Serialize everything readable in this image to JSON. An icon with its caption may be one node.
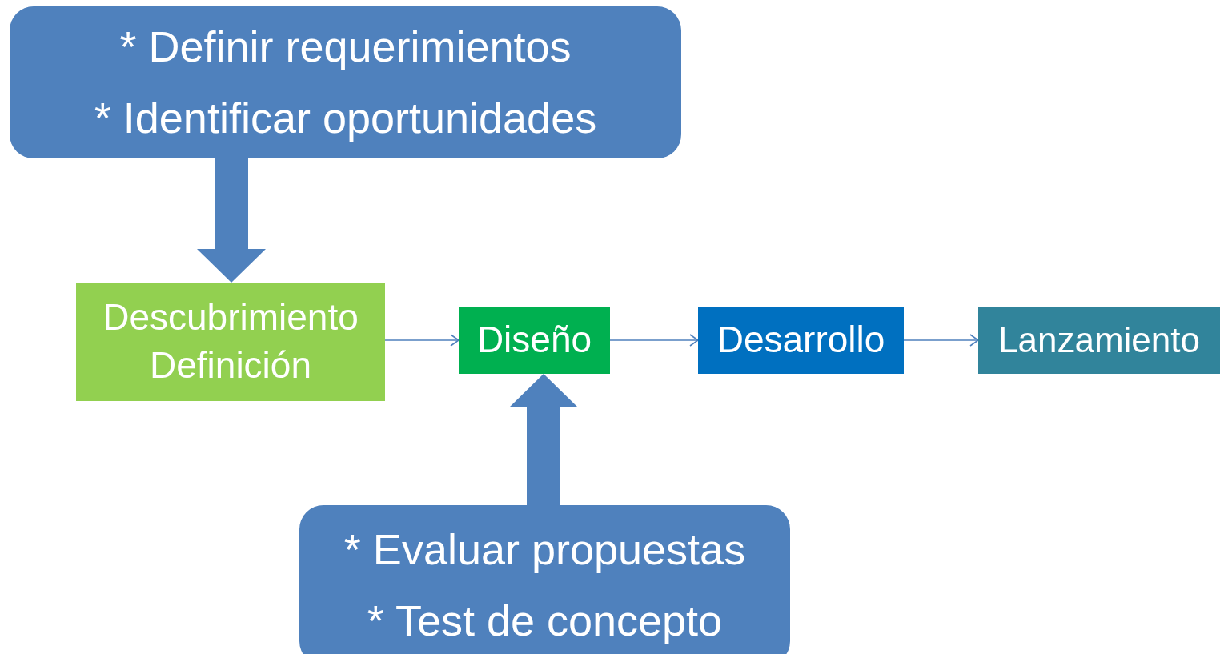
{
  "diagram": {
    "nodes": [
      {
        "text": [
          "* Definir requerimientos",
          "* Identificar oportunidades"
        ]
      },
      {
        "text": [
          "Descubrimiento",
          "Definición"
        ]
      },
      {
        "text": [
          "Diseño"
        ]
      },
      {
        "text": [
          "Desarrollo"
        ]
      },
      {
        "text": [
          "Lanzamiento"
        ]
      },
      {
        "text": [
          "* Evaluar propuestas",
          "* Test de concepto"
        ]
      }
    ],
    "edges": [
      {
        "from": 0,
        "to": 1,
        "arrow": "to",
        "style": "thick"
      },
      {
        "from": 1,
        "to": 2,
        "arrow": "to"
      },
      {
        "from": 2,
        "to": 3,
        "arrow": "to"
      },
      {
        "from": 3,
        "to": 4,
        "arrow": "to"
      },
      {
        "from": 5,
        "to": 2,
        "arrow": "to",
        "style": "thick"
      }
    ]
  }
}
